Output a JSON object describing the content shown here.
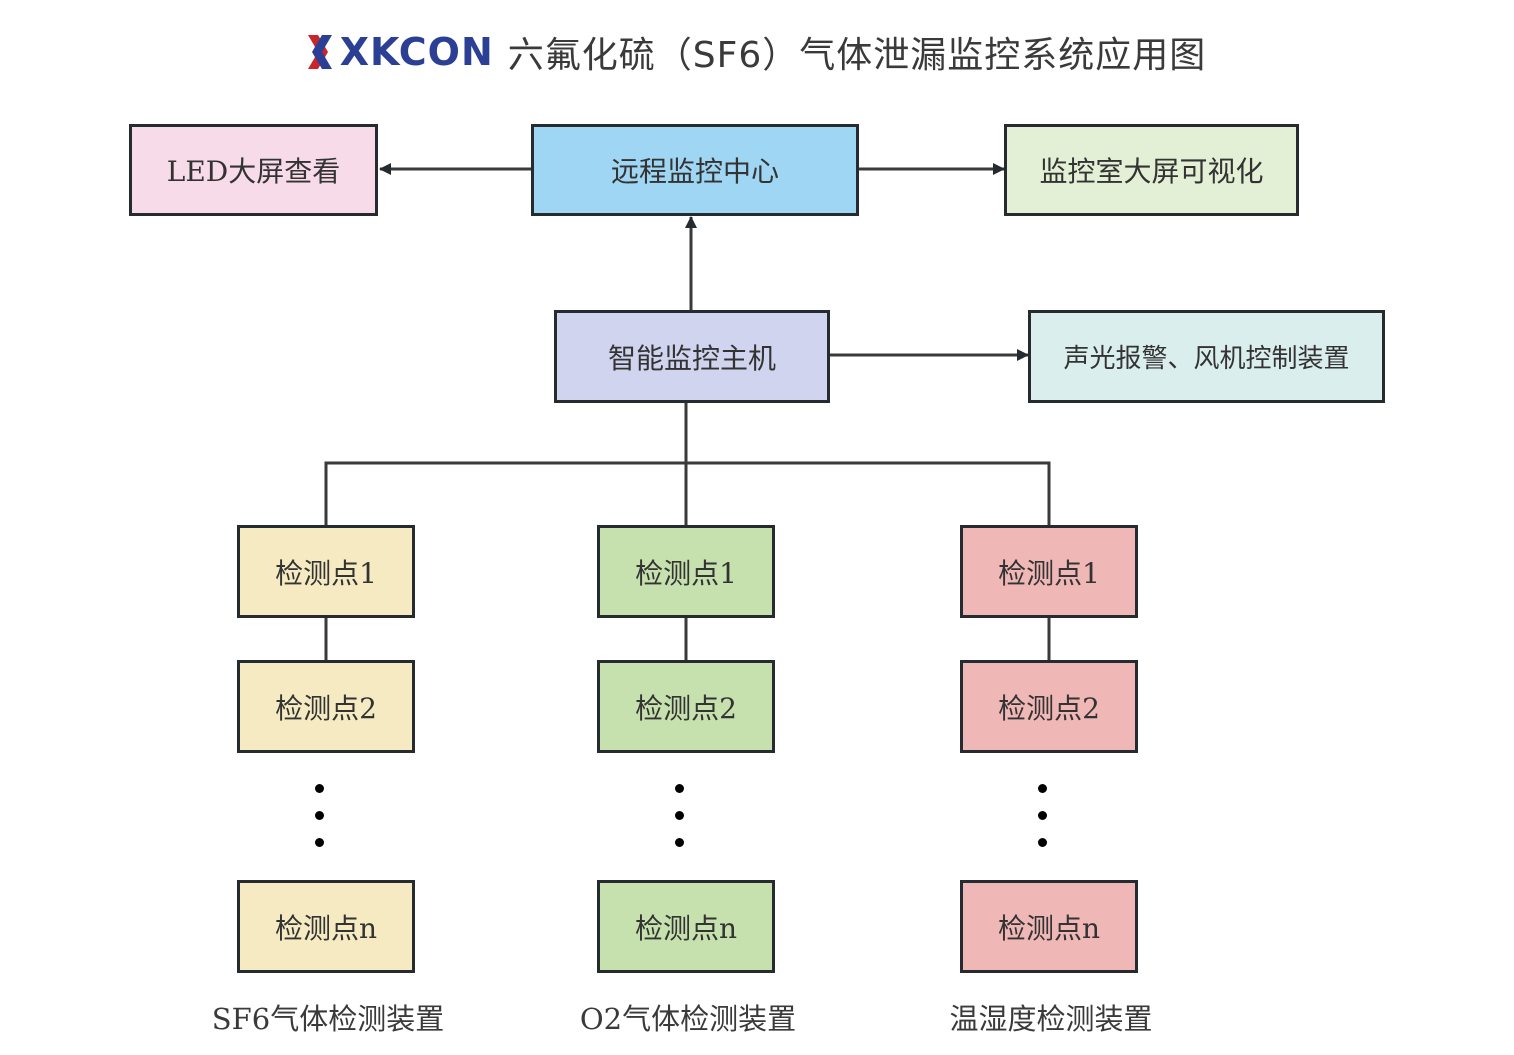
{
  "header": {
    "brand": "XKCON",
    "title": "六氟化硫（SF6）气体泄漏监控系统应用图",
    "brand_color": "#2b3f94",
    "brand_accent": "#c8262b"
  },
  "nodes": {
    "led": {
      "label": "LED大屏查看",
      "fill": "#f7dbe8"
    },
    "remote_center": {
      "label": "远程监控中心",
      "fill": "#9fd6f3"
    },
    "control_room": {
      "label": "监控室大屏可视化",
      "fill": "#e3f0d6"
    },
    "host": {
      "label": "智能监控主机",
      "fill": "#d0d4ee"
    },
    "alarm": {
      "label": "声光报警、风机控制装置",
      "fill": "#dbeeee"
    }
  },
  "groups": [
    {
      "caption": "SF6气体检测装置",
      "fill": "#f5eac1",
      "points": [
        "检测点1",
        "检测点2",
        "检测点n"
      ]
    },
    {
      "caption": "O2气体检测装置",
      "fill": "#c6e0ae",
      "points": [
        "检测点1",
        "检测点2",
        "检测点n"
      ]
    },
    {
      "caption": "温湿度检测装置",
      "fill": "#f0b7b7",
      "points": [
        "检测点1",
        "检测点2",
        "检测点n"
      ]
    }
  ],
  "edges": [
    {
      "from": "remote_center",
      "to": "led",
      "arrow": true
    },
    {
      "from": "remote_center",
      "to": "control_room",
      "arrow": true
    },
    {
      "from": "host",
      "to": "remote_center",
      "arrow": true
    },
    {
      "from": "host",
      "to": "alarm",
      "arrow": true
    },
    {
      "from": "host",
      "to": "groups",
      "arrow": false
    }
  ]
}
